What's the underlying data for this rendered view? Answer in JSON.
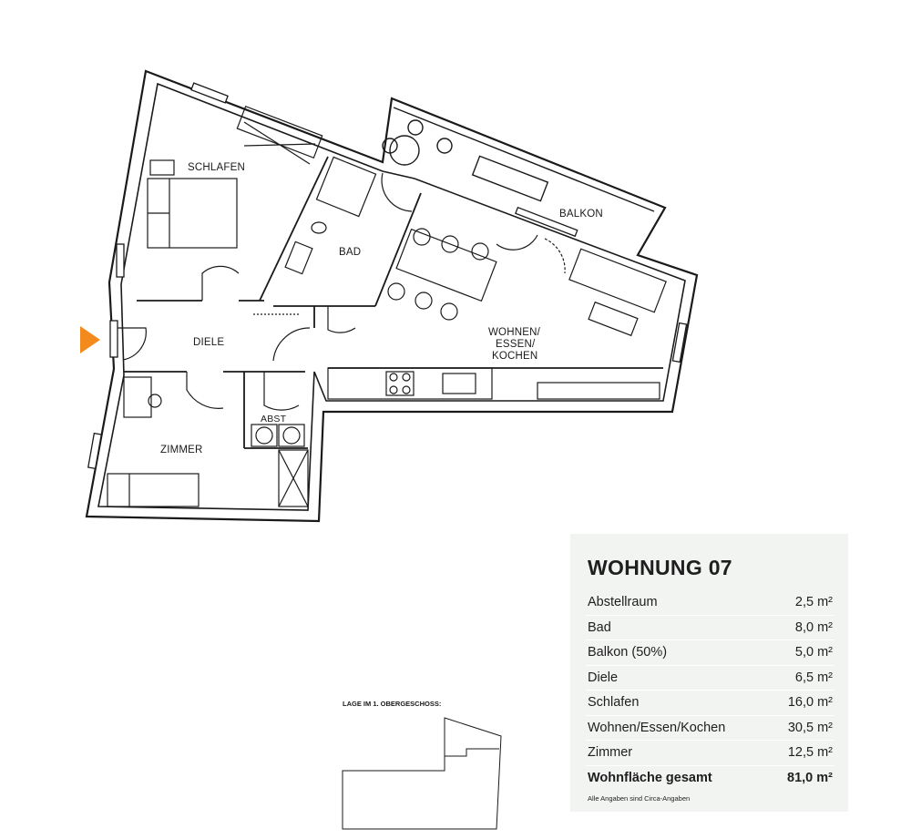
{
  "rooms": {
    "schlafen": "SCHLAFEN",
    "bad": "BAD",
    "balkon": "BALKON",
    "diele": "DIELE",
    "wohnen_line1": "WOHNEN/",
    "wohnen_line2": "ESSEN/",
    "wohnen_line3": "KOCHEN",
    "abst": "ABST",
    "zimmer": "ZIMMER"
  },
  "location": {
    "label": "LAGE IM 1. OBERGESCHOSS:"
  },
  "apartment": {
    "title": "WOHNUNG 07",
    "rows": [
      {
        "name": "Abstellraum",
        "area": "2,5 m²"
      },
      {
        "name": "Bad",
        "area": "8,0 m²"
      },
      {
        "name": "Balkon (50%)",
        "area": "5,0 m²"
      },
      {
        "name": "Diele",
        "area": "6,5 m²"
      },
      {
        "name": "Schlafen",
        "area": "16,0 m²"
      },
      {
        "name": "Wohnen/Essen/Kochen",
        "area": "30,5 m²"
      },
      {
        "name": "Zimmer",
        "area": "12,5 m²"
      }
    ],
    "total": {
      "name": "Wohnfläche gesamt",
      "area": "81,0 m²"
    },
    "note": "Alle Angaben sind Circa-Angaben"
  },
  "colors": {
    "entrance_arrow": "#f28a1e",
    "wall": "#1a1a1a",
    "panel_background": "#f2f4f2"
  }
}
